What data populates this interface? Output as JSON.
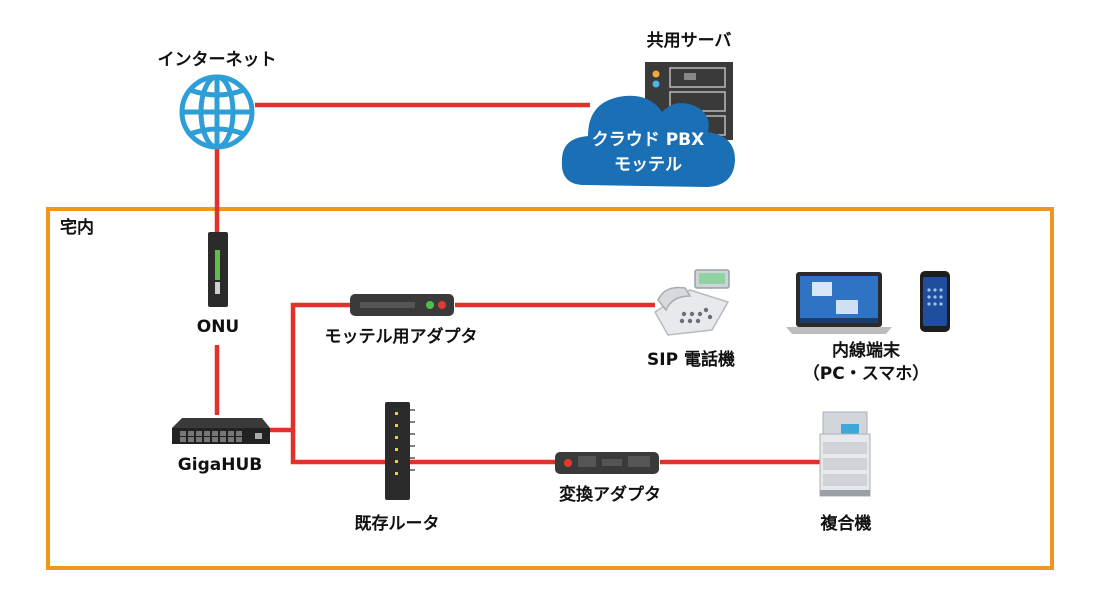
{
  "area": {
    "label": "宅内"
  },
  "nodes": {
    "internet": {
      "label": "インターネット"
    },
    "shared_server": {
      "label": "共用サーバ"
    },
    "cloud": {
      "line1": "クラウド PBX",
      "line2": "モッテル"
    },
    "onu": {
      "label": "ONU"
    },
    "gigahub": {
      "label": "GigaHUB"
    },
    "mottel_adapter": {
      "label": "モッテル用アダプタ"
    },
    "sip_phone": {
      "label": "SIP 電話機"
    },
    "extension": {
      "line1": "内線端末",
      "line2": "（PC・スマホ）"
    },
    "router": {
      "label": "既存ルータ"
    },
    "converter": {
      "label": "変換アダプタ"
    },
    "mfp": {
      "label": "複合機"
    }
  },
  "colors": {
    "line": "#e0312d",
    "area_border": "#f0961e",
    "globe": "#2e9fd6",
    "cloud": "#1a6fb5",
    "device_dark": "#2b2b2b"
  }
}
